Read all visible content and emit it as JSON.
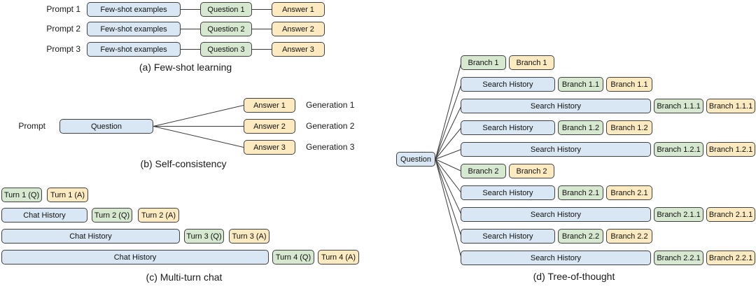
{
  "colors": {
    "history-fill": "#d9e7f4",
    "question-fill": "#d7e8d1",
    "answer-fill": "#fdeac1",
    "box-border": "#414141",
    "connector-line": "#3c3c3c"
  },
  "panel_a": {
    "caption": "(a) Few-shot learning",
    "rows": [
      {
        "prompt_label": "Prompt 1",
        "examples": "Few-shot examples",
        "question": "Question 1",
        "answer": "Answer 1"
      },
      {
        "prompt_label": "Prompt 2",
        "examples": "Few-shot examples",
        "question": "Question 2",
        "answer": "Answer 2"
      },
      {
        "prompt_label": "Prompt 3",
        "examples": "Few-shot examples",
        "question": "Question 3",
        "answer": "Answer 3"
      }
    ]
  },
  "panel_b": {
    "caption": "(b) Self-consistency",
    "prompt_label": "Prompt",
    "question": "Question",
    "generations": [
      {
        "answer": "Answer 1",
        "label": "Generation 1"
      },
      {
        "answer": "Answer 2",
        "label": "Generation 2"
      },
      {
        "answer": "Answer 3",
        "label": "Generation 3"
      }
    ]
  },
  "panel_c": {
    "caption": "(c) Multi-turn chat",
    "rows": [
      {
        "question": "Turn 1 (Q)",
        "answer": "Turn 1 (A)"
      },
      {
        "history": "Chat History",
        "question": "Turn 2 (Q)",
        "answer": "Turn 2 (A)"
      },
      {
        "history": "Chat History",
        "question": "Turn 3 (Q)",
        "answer": "Turn 3 (A)"
      },
      {
        "history": "Chat History",
        "question": "Turn 4 (Q)",
        "answer": "Turn 4 (A)"
      }
    ]
  },
  "panel_d": {
    "caption": "(d) Tree-of-thought",
    "question": "Question",
    "rows": [
      {
        "question": "Branch 1",
        "answer": "Branch 1"
      },
      {
        "history": "Search History",
        "question": "Branch 1.1",
        "answer": "Branch 1.1"
      },
      {
        "history": "Search History",
        "question": "Branch 1.1.1",
        "answer": "Branch 1.1.1"
      },
      {
        "history": "Search History",
        "question": "Branch 1.2",
        "answer": "Branch 1.2"
      },
      {
        "history": "Search History",
        "question": "Branch 1.2.1",
        "answer": "Branch 1.2.1"
      },
      {
        "question": "Branch 2",
        "answer": "Branch 2"
      },
      {
        "history": "Search History",
        "question": "Branch 2.1",
        "answer": "Branch 2.1"
      },
      {
        "history": "Search History",
        "question": "Branch 2.1.1",
        "answer": "Branch 2.1.1"
      },
      {
        "history": "Search History",
        "question": "Branch 2.2",
        "answer": "Branch 2.2"
      },
      {
        "history": "Search History",
        "question": "Branch 2.2.1",
        "answer": "Branch 2.2.1"
      }
    ]
  }
}
